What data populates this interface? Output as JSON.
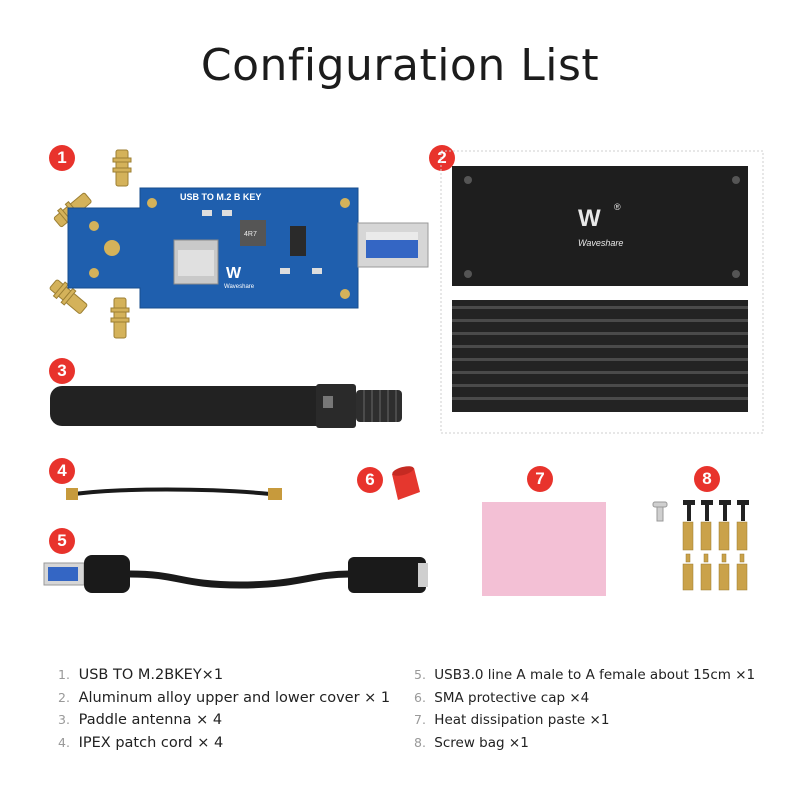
{
  "page": {
    "title": "Configuration List"
  },
  "badges": [
    "1",
    "2",
    "3",
    "4",
    "5",
    "6",
    "7",
    "8"
  ],
  "board": {
    "label": "USB TO M.2 B KEY",
    "chip": "4R7",
    "brand": "Waveshare",
    "logo": "W"
  },
  "case": {
    "brand": "Waveshare",
    "logo": "W",
    "registered": "®"
  },
  "items": {
    "left": [
      {
        "num": "1.",
        "text": "USB TO M.2BKEY×1"
      },
      {
        "num": "2.",
        "text": "Aluminum alloy upper and lower cover × 1"
      },
      {
        "num": "3.",
        "text": "Paddle antenna × 4"
      },
      {
        "num": "4.",
        "text": "IPEX patch cord × 4"
      }
    ],
    "right": [
      {
        "num": "5.",
        "text": "USB3.0 line A male to A female about 15cm ×1"
      },
      {
        "num": "6.",
        "text": "SMA protective cap ×4"
      },
      {
        "num": "7.",
        "text": "Heat dissipation paste ×1"
      },
      {
        "num": "8.",
        "text": "Screw bag ×1"
      }
    ]
  },
  "colors": {
    "badge": "#e8332c",
    "pcb": "#1f5fae",
    "case": "#1e1e1e",
    "paste": "#f3c0d5",
    "cap": "#e5372e",
    "brass": "#caa24a"
  }
}
